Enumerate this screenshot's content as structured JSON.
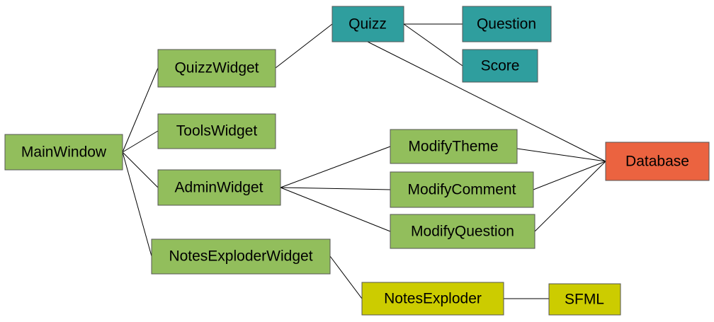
{
  "colors": {
    "widget": "#92BE5C",
    "core": "#2F9E9E",
    "database": "#EB6340",
    "external": "#CCCC00"
  },
  "nodes": {
    "mainwindow": {
      "label": "MainWindow",
      "color": "widget"
    },
    "quizzwidget": {
      "label": "QuizzWidget",
      "color": "widget"
    },
    "toolswidget": {
      "label": "ToolsWidget",
      "color": "widget"
    },
    "adminwidget": {
      "label": "AdminWidget",
      "color": "widget"
    },
    "notesexploderwidget": {
      "label": "NotesExploderWidget",
      "color": "widget"
    },
    "quizz": {
      "label": "Quizz",
      "color": "core"
    },
    "question": {
      "label": "Question",
      "color": "core"
    },
    "score": {
      "label": "Score",
      "color": "core"
    },
    "modifytheme": {
      "label": "ModifyTheme",
      "color": "widget"
    },
    "modifycomment": {
      "label": "ModifyComment",
      "color": "widget"
    },
    "modifyquestion": {
      "label": "ModifyQuestion",
      "color": "widget"
    },
    "database": {
      "label": "Database",
      "color": "database"
    },
    "notesexploder": {
      "label": "NotesExploder",
      "color": "external"
    },
    "sfml": {
      "label": "SFML",
      "color": "external"
    }
  },
  "edges": [
    [
      "mainwindow",
      "quizzwidget"
    ],
    [
      "mainwindow",
      "toolswidget"
    ],
    [
      "mainwindow",
      "adminwidget"
    ],
    [
      "mainwindow",
      "notesexploderwidget"
    ],
    [
      "quizzwidget",
      "quizz"
    ],
    [
      "quizz",
      "question"
    ],
    [
      "quizz",
      "score"
    ],
    [
      "quizz",
      "database"
    ],
    [
      "adminwidget",
      "modifytheme"
    ],
    [
      "adminwidget",
      "modifycomment"
    ],
    [
      "adminwidget",
      "modifyquestion"
    ],
    [
      "modifytheme",
      "database"
    ],
    [
      "modifycomment",
      "database"
    ],
    [
      "modifyquestion",
      "database"
    ],
    [
      "notesexploderwidget",
      "notesexploder"
    ],
    [
      "notesexploder",
      "sfml"
    ]
  ]
}
